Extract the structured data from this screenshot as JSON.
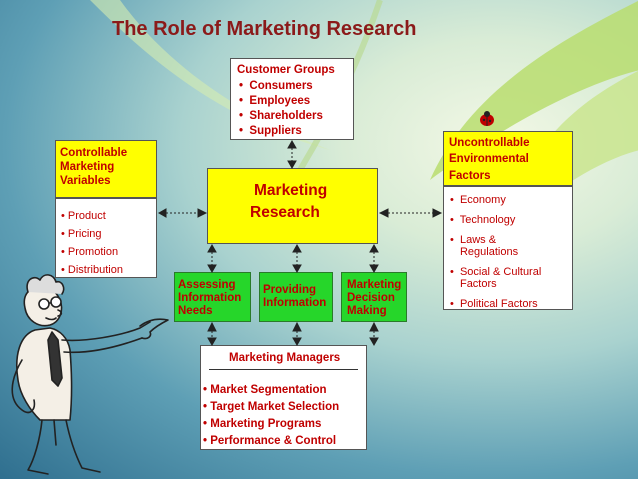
{
  "title": "The Role of Marketing Research",
  "customer_groups": {
    "heading": "Customer Groups",
    "items": [
      "Consumers",
      "Employees",
      "Shareholders",
      "Suppliers"
    ]
  },
  "controllable": {
    "heading": [
      "Controllable",
      "Marketing",
      "Variables"
    ],
    "items": [
      "Product",
      "Pricing",
      "Promotion",
      "Distribution"
    ]
  },
  "center": {
    "label_line1": "Marketing",
    "label_line2": "Research"
  },
  "uncontrollable": {
    "heading": [
      "Uncontrollable",
      "Environmental",
      "Factors"
    ],
    "items": [
      "Economy",
      "Technology",
      "Laws & Regulations",
      "Social & Cultural Factors",
      "Political Factors"
    ]
  },
  "functions": [
    {
      "lines": [
        "Assessing",
        "Information",
        "Needs"
      ]
    },
    {
      "lines": [
        "Providing",
        "Information"
      ]
    },
    {
      "lines": [
        "Marketing",
        "Decision",
        "Making"
      ]
    }
  ],
  "managers": {
    "heading": "Marketing Managers",
    "items": [
      "Market Segmentation",
      "Target Market Selection",
      "Marketing Programs",
      "Performance & Control"
    ]
  },
  "colors": {
    "title": "#8b1a1a",
    "text_red": "#c00000",
    "box_yellow": "#ffff00",
    "box_green": "#26d62a"
  },
  "icons": [
    "ladybug-icon",
    "leaf-background",
    "man-pointing-illustration"
  ]
}
